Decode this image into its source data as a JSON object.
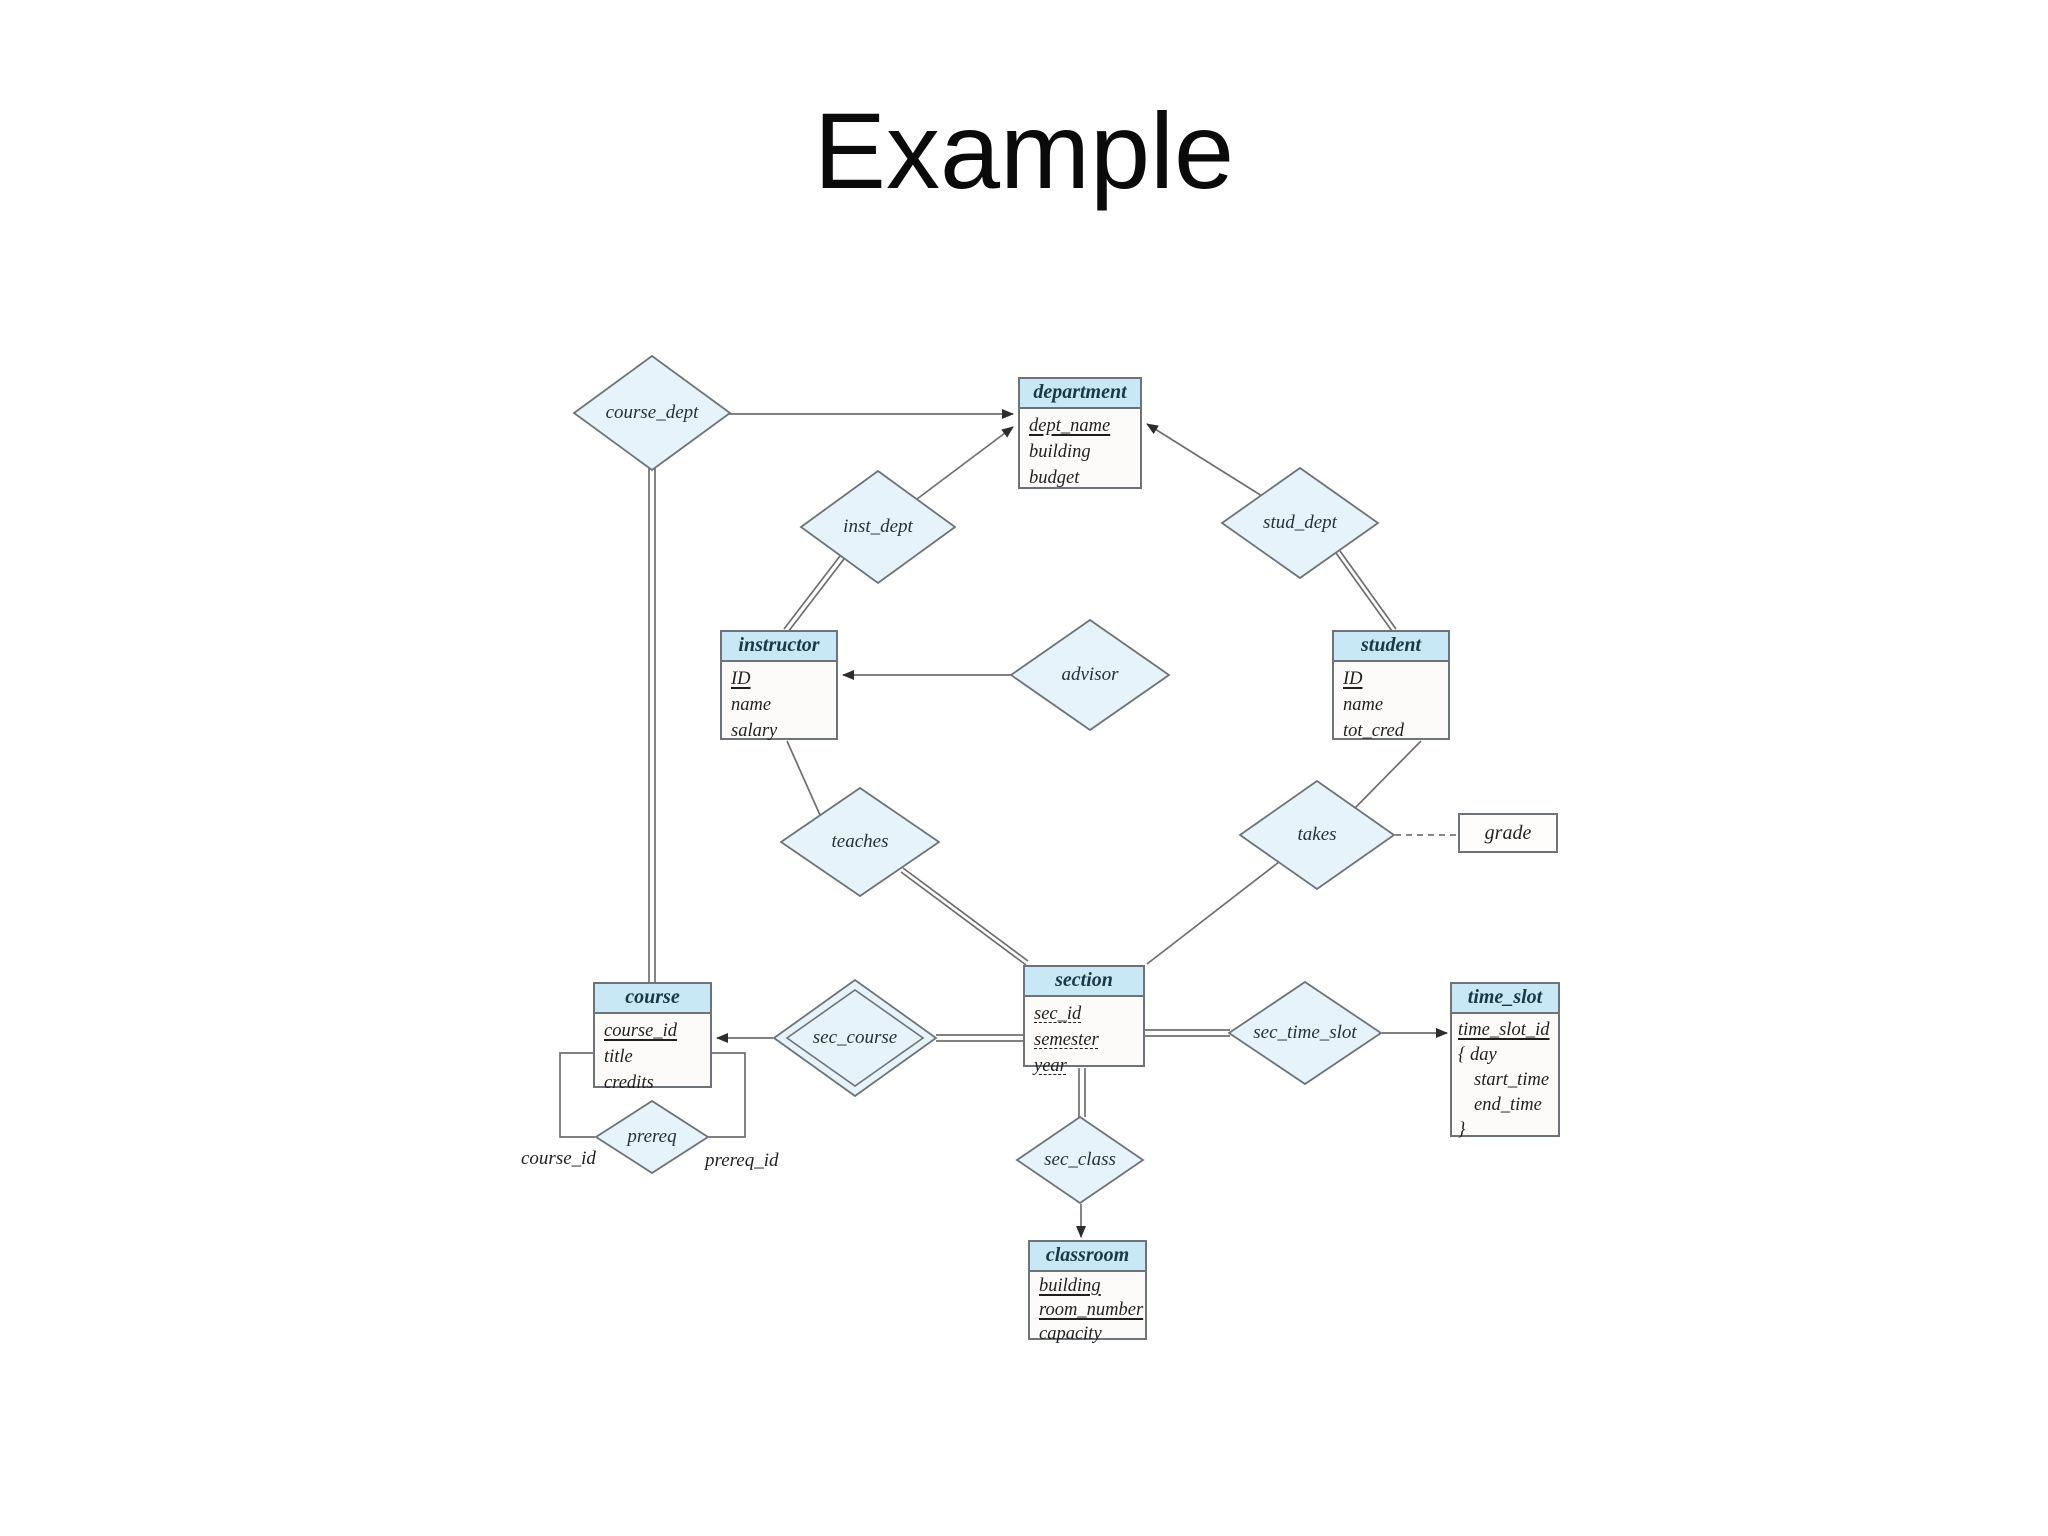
{
  "title": "Example",
  "diagram": {
    "entities": [
      {
        "id": "department",
        "name": "department",
        "attributes": [
          {
            "text": "dept_name",
            "underline": "solid"
          },
          {
            "text": "building",
            "underline": "none"
          },
          {
            "text": "budget",
            "underline": "none"
          }
        ]
      },
      {
        "id": "instructor",
        "name": "instructor",
        "attributes": [
          {
            "text": "ID",
            "underline": "solid"
          },
          {
            "text": "name",
            "underline": "none"
          },
          {
            "text": "salary",
            "underline": "none"
          }
        ]
      },
      {
        "id": "student",
        "name": "student",
        "attributes": [
          {
            "text": "ID",
            "underline": "solid"
          },
          {
            "text": "name",
            "underline": "none"
          },
          {
            "text": "tot_cred",
            "underline": "none"
          }
        ]
      },
      {
        "id": "course",
        "name": "course",
        "attributes": [
          {
            "text": "course_id",
            "underline": "solid"
          },
          {
            "text": "title",
            "underline": "none"
          },
          {
            "text": "credits",
            "underline": "none"
          }
        ]
      },
      {
        "id": "section",
        "name": "section",
        "attributes": [
          {
            "text": "sec_id",
            "underline": "dashed"
          },
          {
            "text": "semester",
            "underline": "dashed"
          },
          {
            "text": "year",
            "underline": "dashed"
          }
        ]
      },
      {
        "id": "time_slot",
        "name": "time_slot",
        "attributes": [
          {
            "text": "time_slot_id",
            "underline": "solid"
          },
          {
            "text": "{ day",
            "underline": "none"
          },
          {
            "text": "start_time",
            "underline": "none"
          },
          {
            "text": "end_time",
            "underline": "none"
          },
          {
            "text": "}",
            "underline": "none"
          }
        ]
      },
      {
        "id": "classroom",
        "name": "classroom",
        "attributes": [
          {
            "text": "building",
            "underline": "solid"
          },
          {
            "text": "room_number",
            "underline": "solid"
          },
          {
            "text": "capacity",
            "underline": "none"
          }
        ]
      }
    ],
    "relationships": [
      {
        "id": "course_dept",
        "name": "course_dept",
        "identifying": false
      },
      {
        "id": "inst_dept",
        "name": "inst_dept",
        "identifying": false
      },
      {
        "id": "stud_dept",
        "name": "stud_dept",
        "identifying": false
      },
      {
        "id": "advisor",
        "name": "advisor",
        "identifying": false
      },
      {
        "id": "teaches",
        "name": "teaches",
        "identifying": false
      },
      {
        "id": "takes",
        "name": "takes",
        "identifying": false
      },
      {
        "id": "sec_course",
        "name": "sec_course",
        "identifying": true
      },
      {
        "id": "sec_time_slot",
        "name": "sec_time_slot",
        "identifying": false
      },
      {
        "id": "sec_class",
        "name": "sec_class",
        "identifying": false
      },
      {
        "id": "prereq",
        "name": "prereq",
        "identifying": false
      }
    ],
    "attribute_nodes": [
      {
        "id": "grade",
        "name": "grade",
        "attached_to": "takes",
        "style": "dashed"
      }
    ],
    "role_labels": [
      {
        "id": "course_id",
        "text": "course_id",
        "relationship": "prereq"
      },
      {
        "id": "prereq_id",
        "text": "prereq_id",
        "relationship": "prereq"
      }
    ],
    "edges": [
      {
        "from": "course_dept",
        "to": "department",
        "style": "arrow"
      },
      {
        "from": "inst_dept",
        "to": "department",
        "style": "arrow"
      },
      {
        "from": "stud_dept",
        "to": "department",
        "style": "arrow"
      },
      {
        "from": "course_dept",
        "to": "course",
        "style": "double"
      },
      {
        "from": "inst_dept",
        "to": "instructor",
        "style": "double"
      },
      {
        "from": "stud_dept",
        "to": "student",
        "style": "double"
      },
      {
        "from": "advisor",
        "to": "instructor",
        "style": "arrow"
      },
      {
        "from": "advisor",
        "to": "student",
        "style": "line"
      },
      {
        "from": "teaches",
        "to": "instructor",
        "style": "line"
      },
      {
        "from": "teaches",
        "to": "section",
        "style": "double"
      },
      {
        "from": "takes",
        "to": "student",
        "style": "line"
      },
      {
        "from": "takes",
        "to": "section",
        "style": "line"
      },
      {
        "from": "sec_course",
        "to": "course",
        "style": "arrow"
      },
      {
        "from": "sec_course",
        "to": "section",
        "style": "double"
      },
      {
        "from": "sec_time_slot",
        "to": "section",
        "style": "double"
      },
      {
        "from": "sec_time_slot",
        "to": "time_slot",
        "style": "arrow"
      },
      {
        "from": "sec_class",
        "to": "section",
        "style": "double"
      },
      {
        "from": "sec_class",
        "to": "classroom",
        "style": "arrow"
      },
      {
        "from": "takes",
        "to": "grade",
        "style": "dashed"
      },
      {
        "from": "prereq",
        "to": "course",
        "style": "line",
        "role": "course_id"
      },
      {
        "from": "prereq",
        "to": "course",
        "style": "line",
        "role": "prereq_id"
      }
    ],
    "colors": {
      "entity_header": "#c9e8f5",
      "entity_body": "#fdfbfa",
      "diamond_fill": "#e7f3fa",
      "border": "#6d7378",
      "line": "#6e6e6e",
      "arrowhead": "#2d2d2d",
      "text": "#1f1f1f"
    }
  }
}
